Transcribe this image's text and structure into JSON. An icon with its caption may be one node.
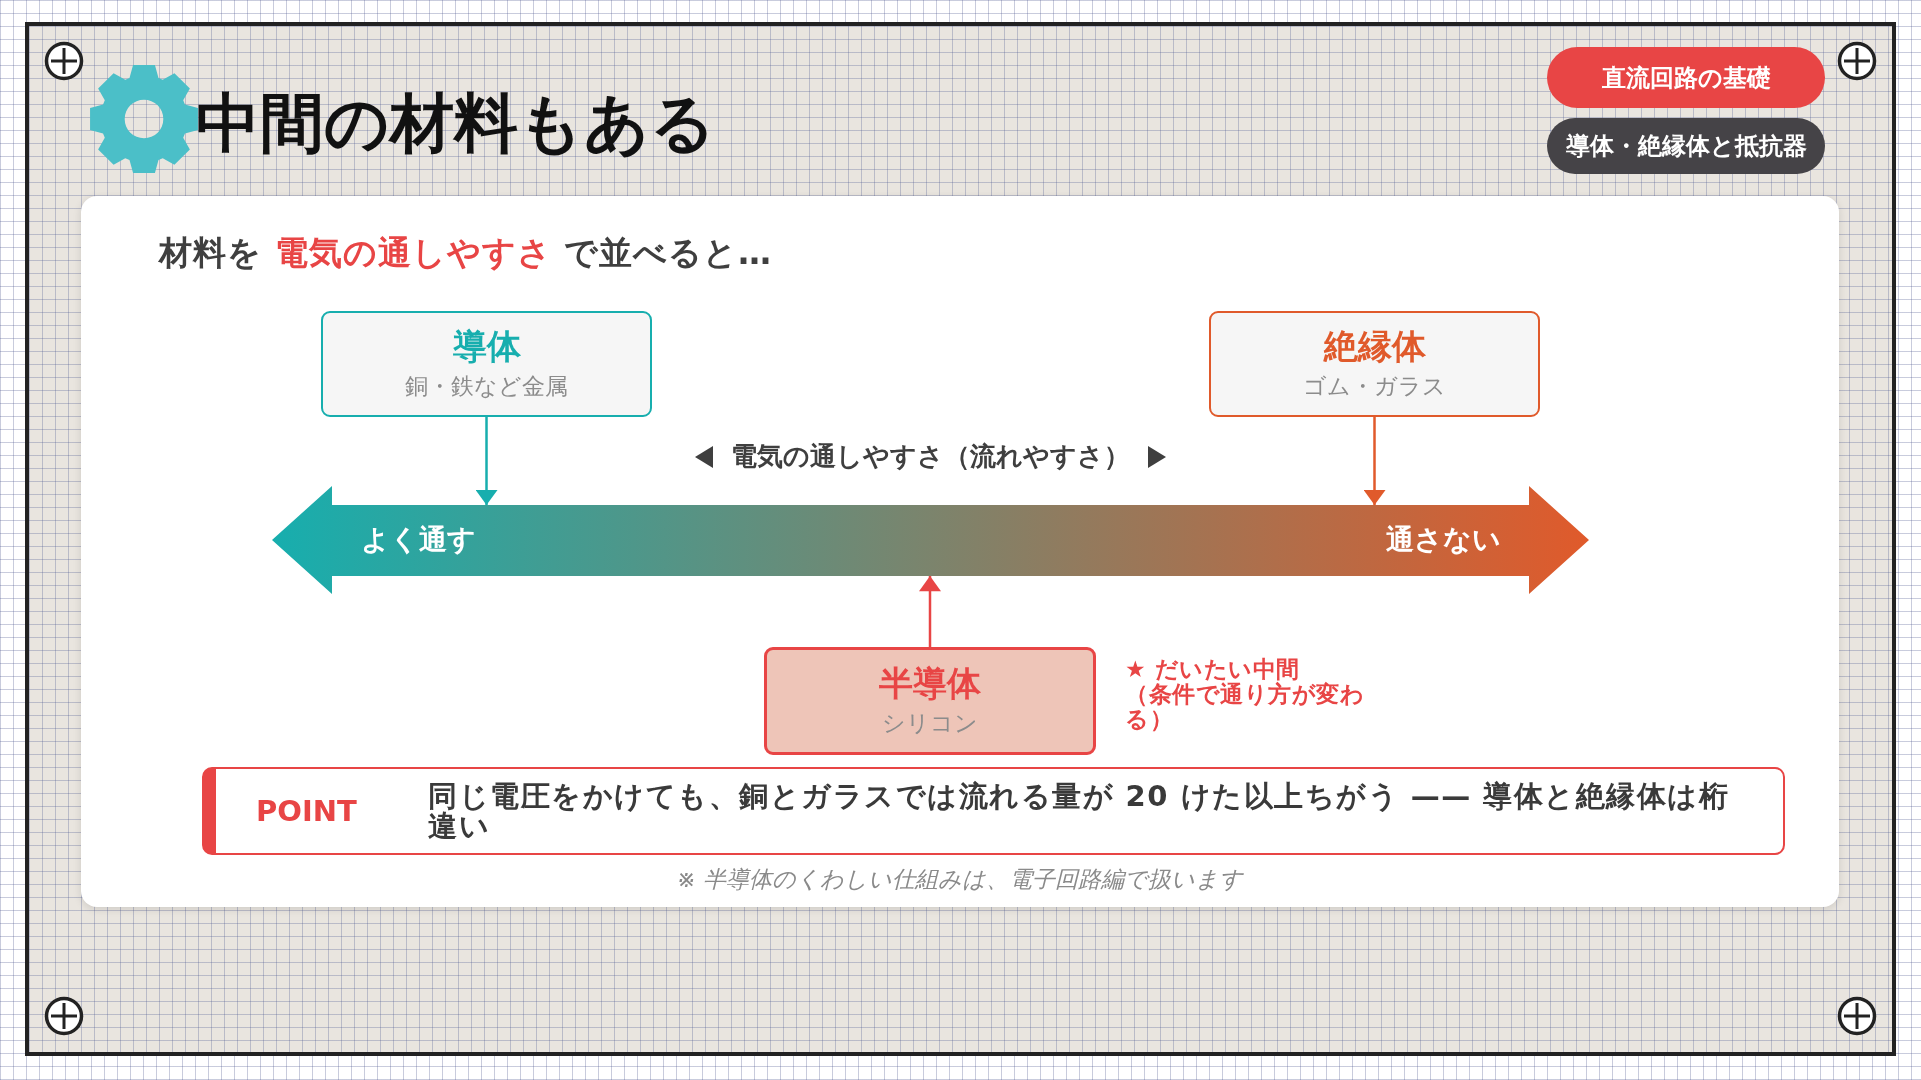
{
  "diagram": {
    "title": "中間の材料もある",
    "nodes": [
      {
        "text": [
          "直流回路の基礎"
        ]
      },
      {
        "text": [
          "導体・絶縁体と抵抗器"
        ]
      },
      {
        "text": [
          "材料を **電気の通しやすさ** で並べると…",
          "※ 半導体のくわしい仕組みは、電子回路編で扱います"
        ]
      },
      {
        "text": [
          "導体",
          "銅・鉄など金属"
        ],
        "in": 2
      },
      {
        "text": [
          "絶縁体",
          "ゴム・ガラス"
        ],
        "in": 2
      },
      {
        "text": [
          "よく通す",
          "通さない"
        ],
        "in": 2,
        "beside": [
          "電気の通しやすさ（流れやすさ）"
        ]
      },
      {
        "text": [
          "半導体",
          "シリコン"
        ],
        "in": 2,
        "beside": [
          "★ だいたい中間",
          "（条件で通り方が変わる）"
        ]
      },
      {
        "text": [
          "POINT",
          "同じ電圧をかけても、銅とガラスでは流れる量が 20 けた以上ちがう —— 導体と絶縁体は桁違い"
        ],
        "in": 2
      }
    ],
    "edges": [
      {
        "from": 3,
        "to": 5,
        "arrow": "to",
        "color": "#17aeae"
      },
      {
        "from": 4,
        "to": 5,
        "arrow": "to",
        "color": "#e05a2b"
      },
      {
        "from": 6,
        "to": 5,
        "arrow": "to",
        "color": "#e84545"
      }
    ]
  }
}
